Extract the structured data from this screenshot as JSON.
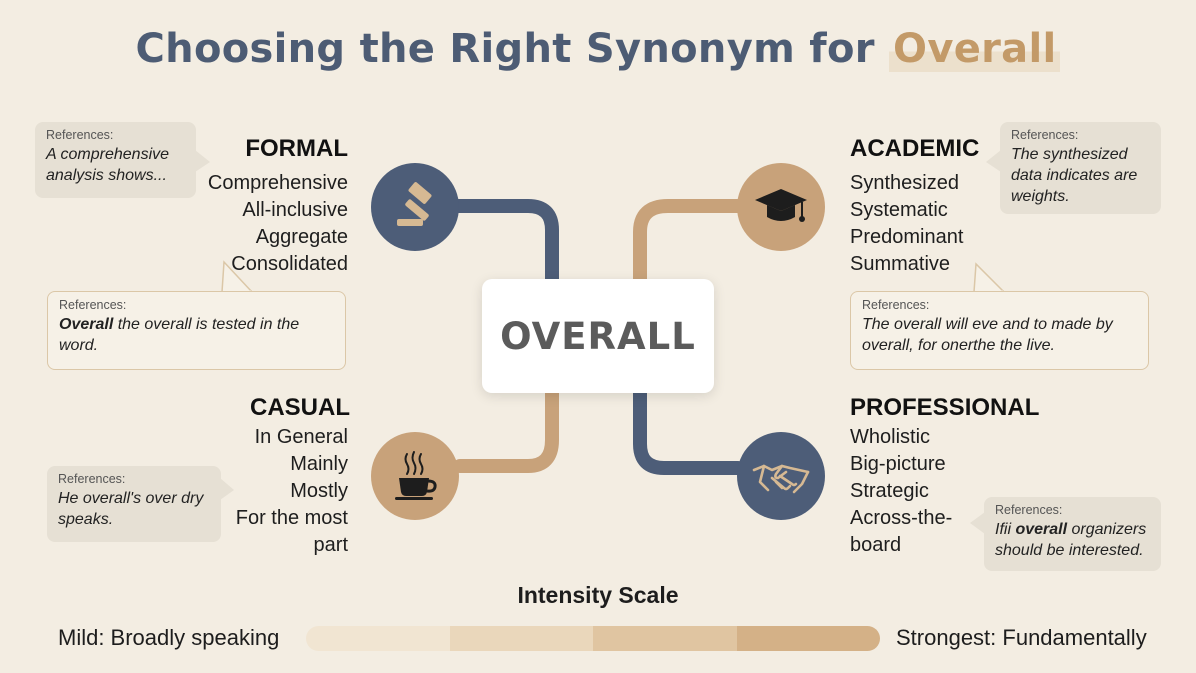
{
  "title": {
    "prefix": "Choosing the Right Synonym for ",
    "highlight": "Overall"
  },
  "center": {
    "label": "OVERALL"
  },
  "quadrants": {
    "formal": {
      "heading": "FORMAL",
      "words": [
        "Comprehensive",
        "All-inclusive",
        "Aggregate",
        "Consolidated"
      ],
      "icon": "gavel-icon",
      "color": "#4d5d78"
    },
    "academic": {
      "heading": "ACADEMIC",
      "words": [
        "Synthesized",
        "Systematic",
        "Predominant",
        "Summative"
      ],
      "icon": "graduation-cap-icon",
      "color": "#c8a27a"
    },
    "casual": {
      "heading": "CASUAL",
      "words": [
        "In General",
        "Mainly",
        "Mostly",
        "For the most",
        "part"
      ],
      "icon": "coffee-cup-icon",
      "color": "#c8a27a"
    },
    "professional": {
      "heading": "PROFESSIONAL",
      "words": [
        "Wholistic",
        "Big-picture",
        "Strategic",
        "Across-the-",
        "board"
      ],
      "icon": "handshake-icon",
      "color": "#4d5d78"
    }
  },
  "bubbles": {
    "formal_top": {
      "label": "References:",
      "text": "A comprehensive analysis shows..."
    },
    "formal_bottom": {
      "label": "References:",
      "bold": "Overall",
      "text": " the overall is tested in the word."
    },
    "academic_top": {
      "label": "References:",
      "text": "The synthesized data indicates are weights."
    },
    "academic_bottom": {
      "label": "References:",
      "text": "The overall will eve and to made by overall, for onerthe the live."
    },
    "casual": {
      "label": "References:",
      "text": "He overall's over dry speaks."
    },
    "professional": {
      "label": "References:",
      "pre": "Ifii ",
      "bold": "overall",
      "text": " organizers should be interested."
    }
  },
  "scale": {
    "title": "Intensity Scale",
    "left_label": "Mild: Broadly speaking",
    "right_label": "Strongest: Fundamentally",
    "segment_colors": [
      "#f1e5d2",
      "#ead7bb",
      "#e0c5a1",
      "#d4b187"
    ]
  },
  "colors": {
    "navy": "#4d5d78",
    "tan": "#c8a27a",
    "title": "#4d5c74"
  }
}
